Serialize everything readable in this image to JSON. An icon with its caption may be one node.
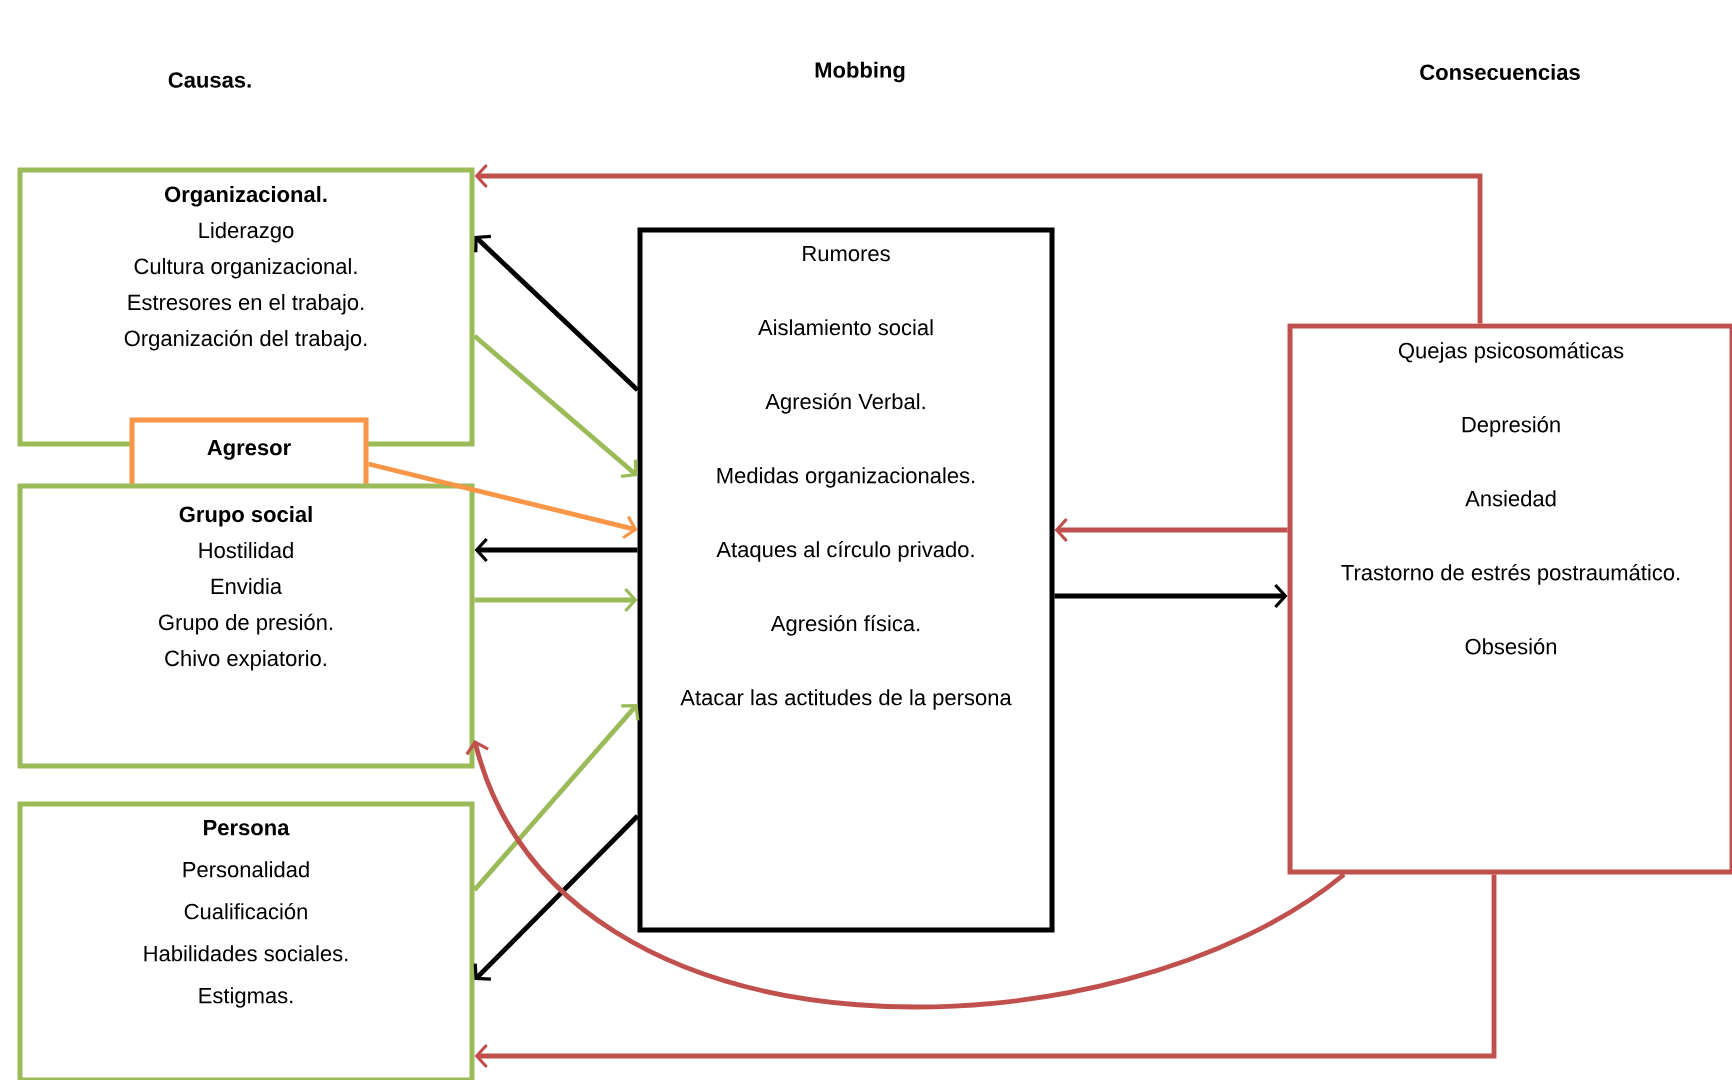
{
  "diagram": {
    "nodes": [
      {
        "text": [
          "Organizacional.",
          "Liderazgo",
          "Cultura organizacional.",
          "Estresores en el trabajo.",
          "Organización del trabajo."
        ]
      },
      {
        "text": [
          "Agresor"
        ]
      },
      {
        "text": [
          "Grupo social",
          "Hostilidad",
          "Envidia",
          "Grupo de presión.",
          "Chivo expiatorio."
        ]
      },
      {
        "text": [
          "Persona",
          "Personalidad",
          "Cualificación",
          "Habilidades sociales.",
          "Estigmas."
        ]
      },
      {
        "text": [
          "Rumores",
          "Aislamiento social",
          "Agresión Verbal.",
          "Medidas organizacionales.",
          "Ataques al círculo privado.",
          "Agresión física.",
          "Atacar las actitudes de la persona"
        ]
      },
      {
        "text": [
          "Quejas psicosomáticas",
          "Depresión",
          "Ansiedad",
          "Trastorno de estrés postraumático.",
          "Obsesión"
        ]
      }
    ],
    "edges": [
      {
        "from": 4,
        "to": 0,
        "arrow": "to"
      },
      {
        "from": 0,
        "to": 4,
        "arrow": "to",
        "color": "#9bbb59"
      },
      {
        "from": 1,
        "to": 4,
        "arrow": "to",
        "color": "#f79646"
      },
      {
        "from": 4,
        "to": 2,
        "arrow": "to"
      },
      {
        "from": 2,
        "to": 4,
        "arrow": "to",
        "color": "#9bbb59"
      },
      {
        "from": 3,
        "to": 4,
        "arrow": "to",
        "color": "#9bbb59"
      },
      {
        "from": 4,
        "to": 3,
        "arrow": "to"
      },
      {
        "from": 4,
        "to": 5,
        "arrow": "to"
      },
      {
        "from": 5,
        "to": 4,
        "arrow": "to",
        "color": "#c0504d"
      },
      {
        "from": 5,
        "to": 0,
        "arrow": "to",
        "color": "#c0504d"
      },
      {
        "from": 5,
        "to": 3,
        "arrow": "to",
        "color": "#c0504d"
      },
      {
        "from": 5,
        "to": 2,
        "arrow": "to",
        "color": "#c0504d"
      }
    ],
    "labels": [
      "Causas.",
      "Mobbing",
      "Consecuencias"
    ]
  }
}
